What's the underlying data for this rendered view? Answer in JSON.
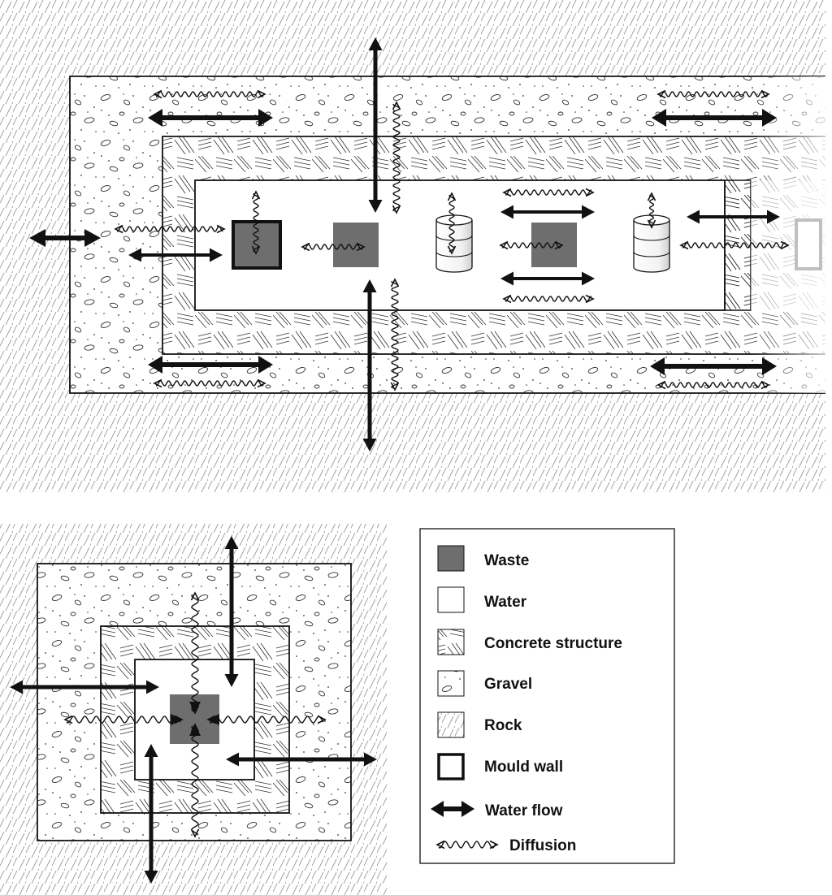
{
  "legend": {
    "items": [
      {
        "key": "waste",
        "label": "Waste"
      },
      {
        "key": "water",
        "label": "Water"
      },
      {
        "key": "concrete",
        "label": "Concrete structure"
      },
      {
        "key": "gravel",
        "label": "Gravel"
      },
      {
        "key": "rock",
        "label": "Rock"
      },
      {
        "key": "mould",
        "label": "Mould wall"
      },
      {
        "key": "flow",
        "label": "Water flow"
      },
      {
        "key": "diffusion",
        "label": "Diffusion"
      }
    ]
  },
  "colors": {
    "waste": "#6e6e6e",
    "outline": "#111111",
    "hatch": "#9a9a9a",
    "concrete_line": "#333333",
    "gravel_line": "#333333",
    "faded": "#c8c8c8"
  },
  "icons": {
    "flow_arrow": "double-headed-arrow-icon",
    "diffusion_arrow": "wavy-double-arrow-icon",
    "drum": "waste-drum-icon"
  }
}
